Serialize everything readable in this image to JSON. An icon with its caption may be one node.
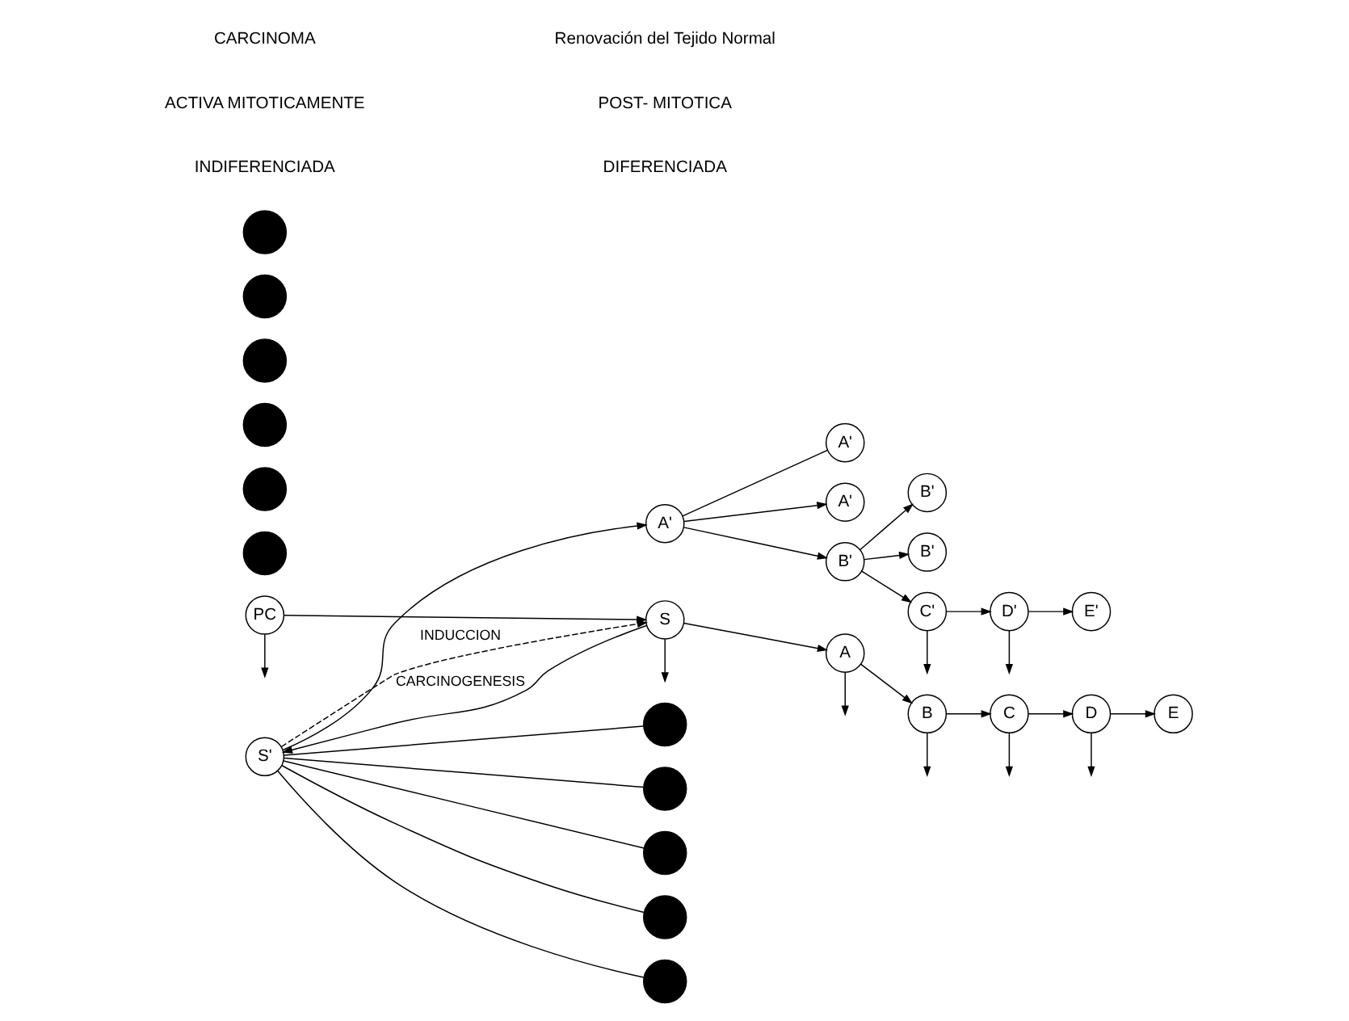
{
  "diagram": {
    "nodes": [
      {
        "text": [
          "S'"
        ]
      },
      {
        "text": [
          "A'"
        ]
      },
      {
        "text": [
          "A'"
        ]
      },
      {
        "text": [
          "A'"
        ]
      },
      {
        "text": [
          "B'"
        ]
      },
      {
        "text": [
          "B'"
        ]
      },
      {
        "text": [
          "B'"
        ]
      },
      {
        "text": [
          "C'"
        ]
      },
      {
        "text": [
          "D'"
        ]
      },
      {
        "text": [
          "E'"
        ]
      },
      {
        "text": [
          "PC"
        ]
      },
      {
        "text": [
          "S"
        ]
      },
      {
        "text": [
          "A"
        ]
      },
      {
        "text": [
          "B"
        ]
      },
      {
        "text": [
          "C"
        ]
      },
      {
        "text": [
          "D"
        ]
      },
      {
        "text": [
          "E"
        ]
      },
      {
        "text": [],
        "shape": "circle"
      },
      {
        "text": [],
        "shape": "circle"
      },
      {
        "text": [],
        "shape": "circle"
      },
      {
        "text": [],
        "shape": "circle"
      },
      {
        "text": [],
        "shape": "circle"
      },
      {
        "text": [],
        "shape": "circle"
      },
      {
        "text": [],
        "shape": "circle"
      },
      {
        "text": [],
        "shape": "circle"
      },
      {
        "text": [],
        "shape": "circle"
      },
      {
        "text": [],
        "shape": "circle"
      },
      {
        "text": [],
        "shape": "circle"
      }
    ],
    "edges": [
      {
        "from": 0,
        "to": 17,
        "arrow": "none"
      },
      {
        "from": 0,
        "to": 19,
        "arrow": "none"
      },
      {
        "from": 0,
        "to": 20,
        "arrow": "none"
      },
      {
        "from": 0,
        "to": 21,
        "arrow": "none"
      },
      {
        "from": 0,
        "to": 22,
        "arrow": "none"
      },
      {
        "from": 0,
        "to": 1,
        "arrow": "to"
      },
      {
        "from": 1,
        "to": 2,
        "arrow": "none"
      },
      {
        "from": 1,
        "to": 3,
        "arrow": "to"
      },
      {
        "from": 1,
        "to": 4,
        "arrow": "to"
      },
      {
        "from": 4,
        "to": 5,
        "arrow": "to"
      },
      {
        "from": 4,
        "to": 6,
        "arrow": "to"
      },
      {
        "from": 4,
        "to": 7,
        "arrow": "to"
      },
      {
        "from": 7,
        "to": null,
        "arrow": "to"
      },
      {
        "from": 7,
        "to": 8,
        "arrow": "to"
      },
      {
        "from": 8,
        "to": null,
        "arrow": "to"
      },
      {
        "from": 8,
        "to": 9,
        "arrow": "to"
      },
      {
        "from": 11,
        "to": 0,
        "arrow": "to",
        "label": "CARCINOGENESIS"
      },
      {
        "from": 0,
        "to": 11,
        "arrow": "to",
        "style": "dashed",
        "label": "INDUCCION"
      },
      {
        "from": 10,
        "to": null,
        "arrow": "to"
      },
      {
        "from": 10,
        "to": 11,
        "arrow": "to"
      },
      {
        "from": 11,
        "to": null,
        "arrow": "to"
      },
      {
        "from": 11,
        "to": 12,
        "arrow": "to"
      },
      {
        "from": 12,
        "to": null,
        "arrow": "to"
      },
      {
        "from": 12,
        "to": 13,
        "arrow": "to"
      },
      {
        "from": 13,
        "to": null,
        "arrow": "to"
      },
      {
        "from": 13,
        "to": 14,
        "arrow": "to"
      },
      {
        "from": 14,
        "to": null,
        "arrow": "to"
      },
      {
        "from": 14,
        "to": 15,
        "arrow": "to"
      },
      {
        "from": 15,
        "to": null,
        "arrow": "to"
      },
      {
        "from": 15,
        "to": 16,
        "arrow": "to"
      }
    ],
    "labels": [
      "INDIFERENCIADA",
      "DIFERENCIADA",
      "ACTIVA MITOTICAMENTE",
      "POST- MITOTICA",
      "CARCINOMA",
      "Renovación del Tejido Normal"
    ]
  }
}
